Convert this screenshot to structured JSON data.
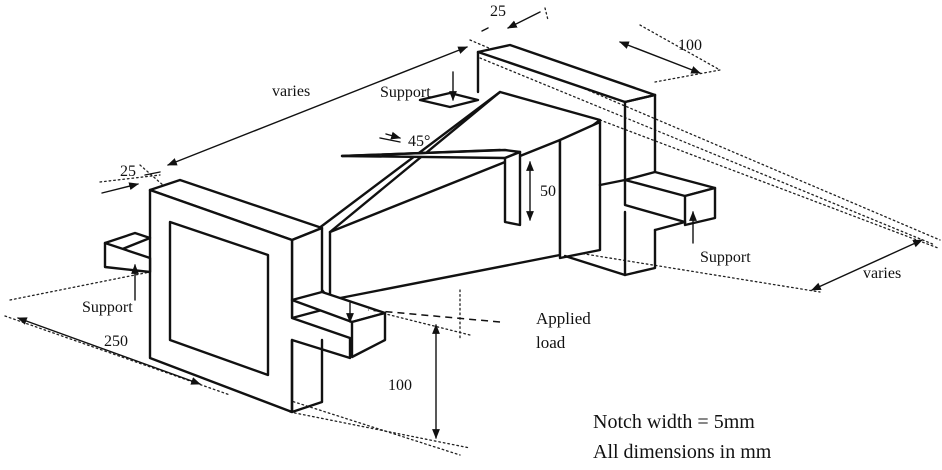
{
  "labels": {
    "dim_25_top": "25",
    "dim_100_top": "100",
    "dim_varies_top": "varies",
    "dim_25_left": "25",
    "dim_45": "45°",
    "dim_50": "50",
    "dim_varies_right": "varies",
    "dim_250": "250",
    "dim_100_bottom": "100",
    "support_top": "Support",
    "support_left": "Support",
    "support_right": "Support",
    "applied_load_line1": "Applied",
    "applied_load_line2": "load"
  },
  "notes": {
    "line1": "Notch width = 5mm",
    "line2": "All dimensions in mm"
  }
}
